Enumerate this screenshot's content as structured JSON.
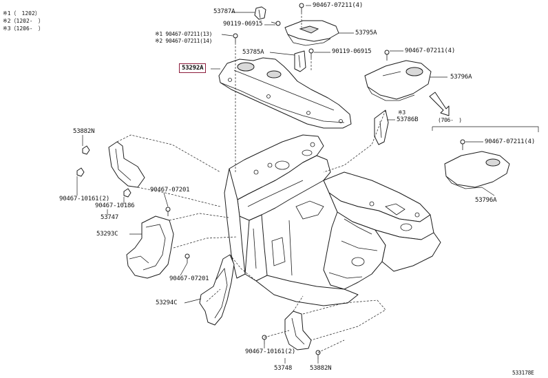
{
  "notes": [
    "※1（　1202）",
    "※2（1202-　）",
    "※3（1206-　）"
  ],
  "labels": {
    "p53787A": "53787A",
    "p90467_07211_4a": "90467-07211(4)",
    "p90119_06915a": "90119-06915",
    "p53795A": "53795A",
    "n1_90467_07211_13": "※1 90467-07211(13)",
    "n2_90467_07211_14": "※2 90467-07211(14)",
    "p53785A": "53785A",
    "p90119_06915b": "90119-06915",
    "p90467_07211_4b": "90467-07211(4)",
    "p53292A": "53292A",
    "p53796A_a": "53796A",
    "n3": "※3",
    "p53786B": "53786B",
    "range_706": "(706-　)",
    "p90467_07211_4c": "90467-07211(4)",
    "p53796A_b": "53796A",
    "p53882N_a": "53882N",
    "p90467_10161_2a": "90467-10161(2)",
    "p90467_10186": "90467-10186",
    "p53747": "53747",
    "p90467_07201a": "90467-07201",
    "p53293C": "53293C",
    "p90467_07201b": "90467-07201",
    "p53294C": "53294C",
    "p90467_10161_2b": "90467-10161(2)",
    "p53748": "53748",
    "p53882N_b": "53882N",
    "ref": "533178E"
  },
  "colors": {
    "highlight_border": "#8b1a3a",
    "line": "#1a1a1a",
    "shade": "#d9d9d9"
  }
}
